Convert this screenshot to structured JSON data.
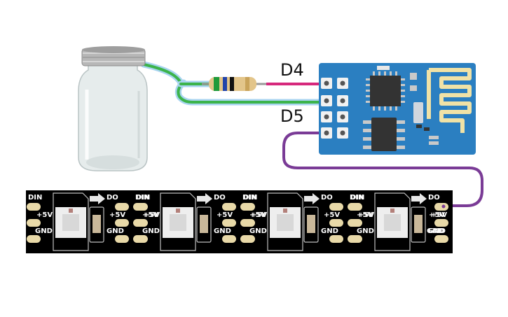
{
  "pins": {
    "d4": "D4",
    "d5": "D5"
  },
  "strip": {
    "din": "DIN",
    "do": "DO",
    "v5": "+5V",
    "gnd": "GND"
  },
  "components": {
    "jar": "mason-jar",
    "resistor": "resistor",
    "board": "esp-01-wifi-module",
    "strip": "ws2812b-led-strip"
  },
  "colors": {
    "wire_d4": "#d6287c",
    "wire_d5": "#3cb44b",
    "wire_data": "#7a3b96",
    "board": "#2b7fc1",
    "strip": "#000000",
    "pad": "#e8d9a8"
  }
}
